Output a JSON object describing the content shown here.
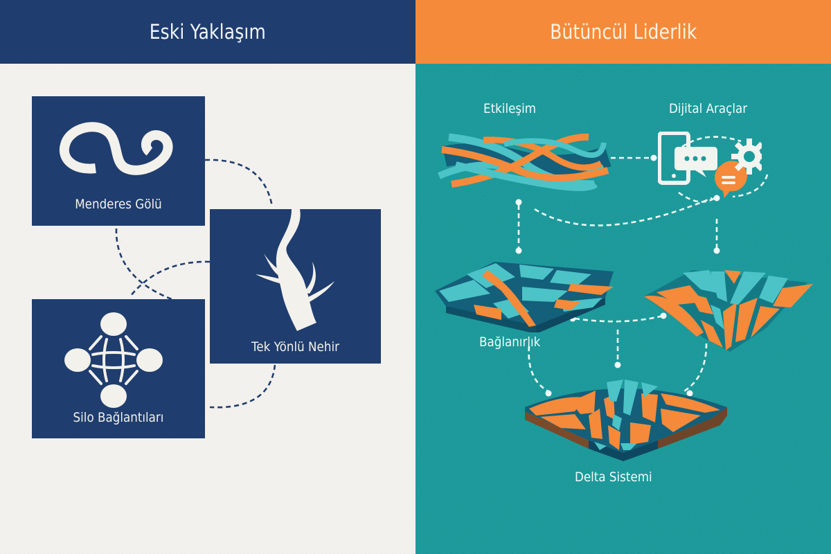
{
  "left_panel": {
    "title": "Eski Yaklaşım",
    "header_color": "#1f3d6e",
    "background_color": "#f4f2ee",
    "cards": [
      {
        "label": "Menderes Gölü",
        "icon": "meander-icon"
      },
      {
        "label": "Tek Yönlü Nehir",
        "icon": "river-tree-icon"
      },
      {
        "label": "Silo Bağlantıları",
        "icon": "silo-network-icon"
      }
    ]
  },
  "right_panel": {
    "title": "Bütüncül Liderlik",
    "header_color": "#f58a3a",
    "background_color": "#1b9a9b",
    "nodes": [
      {
        "label": "Etkileşim",
        "icon": "braided-streams-icon"
      },
      {
        "label": "Dijital Araçlar",
        "icon": "digital-tools-icon"
      },
      {
        "label": "Bağlanırlık",
        "icon": "connected-tiles-icon"
      },
      {
        "label": "Delta Sistemi",
        "icon": "delta-landform-icon"
      }
    ]
  },
  "colors": {
    "navy": "#1f3d6e",
    "orange": "#f58a3a",
    "teal": "#1b9a9b",
    "light_teal": "#4cc3c7",
    "dark_teal": "#145f7a",
    "paper": "#f4f2ee"
  }
}
